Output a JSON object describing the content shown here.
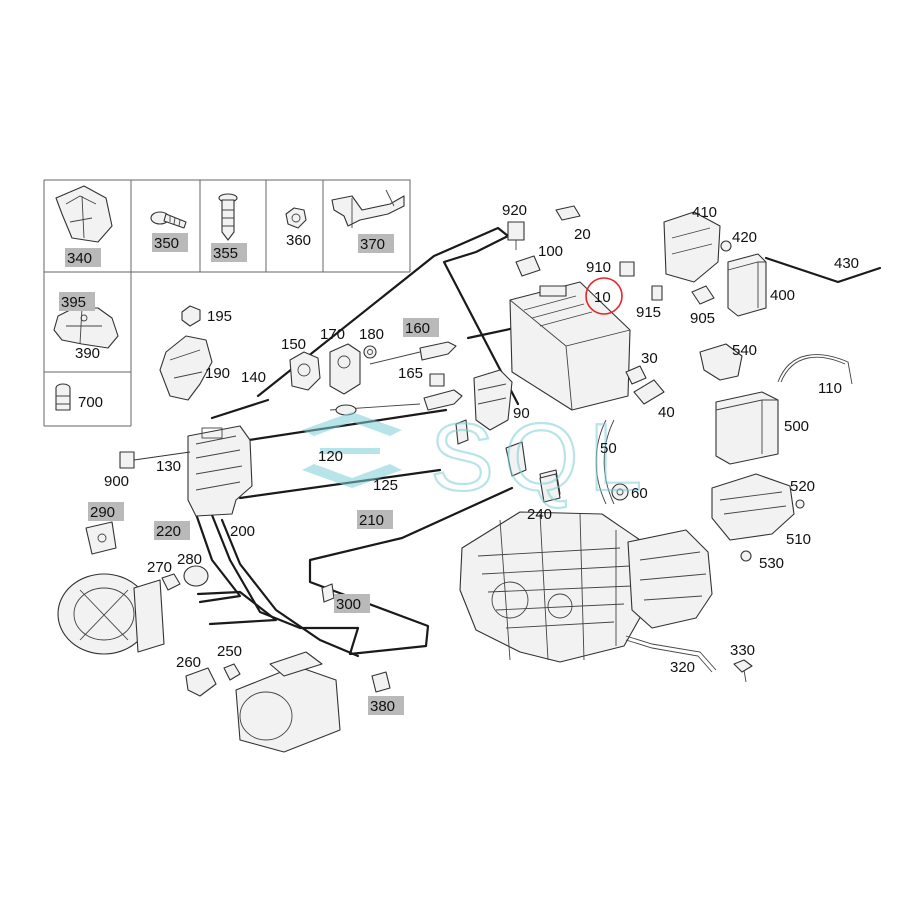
{
  "labels": {
    "p340": "340",
    "p350": "350",
    "p355": "355",
    "p360": "360",
    "p370": "370",
    "p395": "395",
    "p390": "390",
    "p700": "700",
    "p195": "195",
    "p190": "190",
    "p150": "150",
    "p170": "170",
    "p180": "180",
    "p160": "160",
    "p165": "165",
    "p140": "140",
    "p920": "920",
    "p20": "20",
    "p100": "100",
    "p910": "910",
    "p10": "10",
    "p915": "915",
    "p410": "410",
    "p420": "420",
    "p430": "430",
    "p400": "400",
    "p905": "905",
    "p30": "30",
    "p40": "40",
    "p540": "540",
    "p110": "110",
    "p500": "500",
    "p90": "90",
    "p50": "50",
    "p60": "60",
    "p520": "520",
    "p510": "510",
    "p530": "530",
    "p130": "130",
    "p900": "900",
    "p120": "120",
    "p125": "125",
    "p290": "290",
    "p220": "220",
    "p200": "200",
    "p210": "210",
    "p240": "240",
    "p270": "270",
    "p280": "280",
    "p300": "300",
    "p260": "260",
    "p250": "250",
    "p380": "380",
    "p320": "320",
    "p330": "330"
  },
  "watermark": "SQL",
  "highlight_color": "#b9b9b9",
  "marker_color": "#e8262a",
  "watermark_color": "#7ecfd6"
}
